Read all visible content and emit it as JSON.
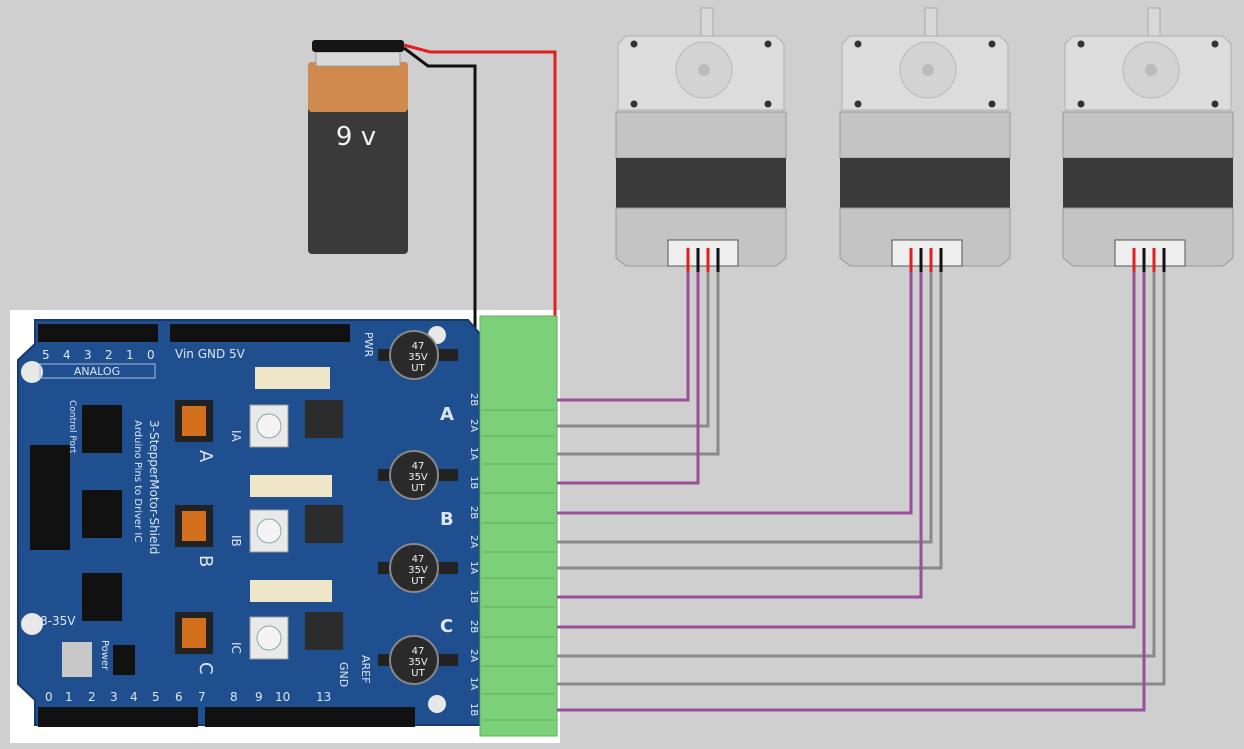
{
  "battery": {
    "label": "9 v"
  },
  "shield": {
    "analog_header": "ANALOG",
    "analog_pins": [
      "5",
      "4",
      "3",
      "2",
      "1",
      "0"
    ],
    "power_pins": "Vin GND 5V",
    "pwr_label": "PWR",
    "title": "3-StepperMotor-Shield",
    "subtitle": "Arduino Pins to Driver IC",
    "voltage_label": "8-35V",
    "control_port": "Control Port",
    "power_label": "Power",
    "aref_label": "AREF",
    "gnd_label": "GND",
    "digital_pins": [
      "0",
      "1",
      "2",
      "3",
      "4",
      "5",
      "6",
      "7",
      "8",
      "9",
      "10",
      "13"
    ],
    "capacitor": {
      "value": "47",
      "voltage": "35V",
      "type": "UT"
    },
    "driver_currents": [
      "IA",
      "IB",
      "IC"
    ],
    "channels": [
      {
        "letter": "A",
        "pins": [
          "2B",
          "2A",
          "1A",
          "1B"
        ]
      },
      {
        "letter": "B",
        "pins": [
          "2B",
          "2A",
          "1A",
          "1B"
        ]
      },
      {
        "letter": "C",
        "pins": [
          "2B",
          "2A",
          "1A",
          "1B"
        ]
      }
    ]
  },
  "motors": [
    {
      "id": "A"
    },
    {
      "id": "B"
    },
    {
      "id": "C"
    }
  ],
  "colors": {
    "background": "#cfcfcf",
    "pcb": "#1f4f8f",
    "terminal": "#7dd07a",
    "wire_red": "#e02020",
    "wire_black": "#111111",
    "wire_purple": "#9a4f9a",
    "wire_gray": "#8a8a8a",
    "battery_top": "#d08a4e",
    "battery_body": "#3a3a3a"
  }
}
